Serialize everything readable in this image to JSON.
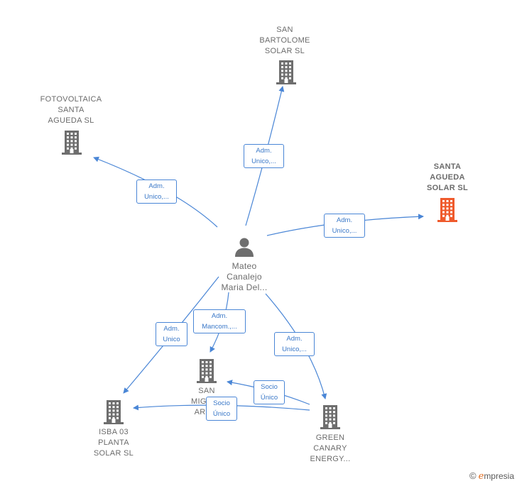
{
  "colors": {
    "edge": "#4a86d6",
    "company_icon": "#6e6e6e",
    "highlight_icon": "#ef5a2c",
    "person_icon": "#6e6e6e"
  },
  "nodes": {
    "person": {
      "lines": [
        "Mateo",
        "Canalejo",
        "Maria Del..."
      ],
      "icon": "person-icon"
    },
    "san_bartolome": {
      "lines": [
        "SAN",
        "BARTOLOME",
        "SOLAR  SL"
      ],
      "icon": "building-icon"
    },
    "fotovoltaica": {
      "lines": [
        "FOTOVOLTAICA",
        "SANTA",
        "AGUEDA  SL"
      ],
      "icon": "building-icon"
    },
    "santa_agueda": {
      "lines": [
        "SANTA",
        "AGUEDA",
        "SOLAR  SL"
      ],
      "icon": "building-icon"
    },
    "san_miguel": {
      "lines": [
        "SAN",
        "MIGUEL",
        "ARO..."
      ],
      "icon": "building-icon"
    },
    "isba": {
      "lines": [
        "ISBA 03",
        "PLANTA",
        "SOLAR  SL"
      ],
      "icon": "building-icon"
    },
    "green_canary": {
      "lines": [
        "GREEN",
        "CANARY",
        "ENERGY..."
      ],
      "icon": "building-icon"
    }
  },
  "edges": {
    "to_san_bartolome": [
      "Adm.",
      "Unico,..."
    ],
    "to_fotovoltaica": [
      "Adm.",
      "Unico,..."
    ],
    "to_santa_agueda": [
      "Adm.",
      "Unico,..."
    ],
    "to_san_miguel": [
      "Adm.",
      "Mancom.,..."
    ],
    "to_isba": [
      "Adm.",
      "Unico"
    ],
    "to_green_canary": [
      "Adm.",
      "Unico,..."
    ],
    "green_to_san_miguel": [
      "Socio",
      "Único"
    ],
    "green_to_isba": [
      "Socio",
      "Único"
    ]
  },
  "brand": {
    "copyright": "©",
    "initial": "e",
    "name": "mpresia"
  }
}
